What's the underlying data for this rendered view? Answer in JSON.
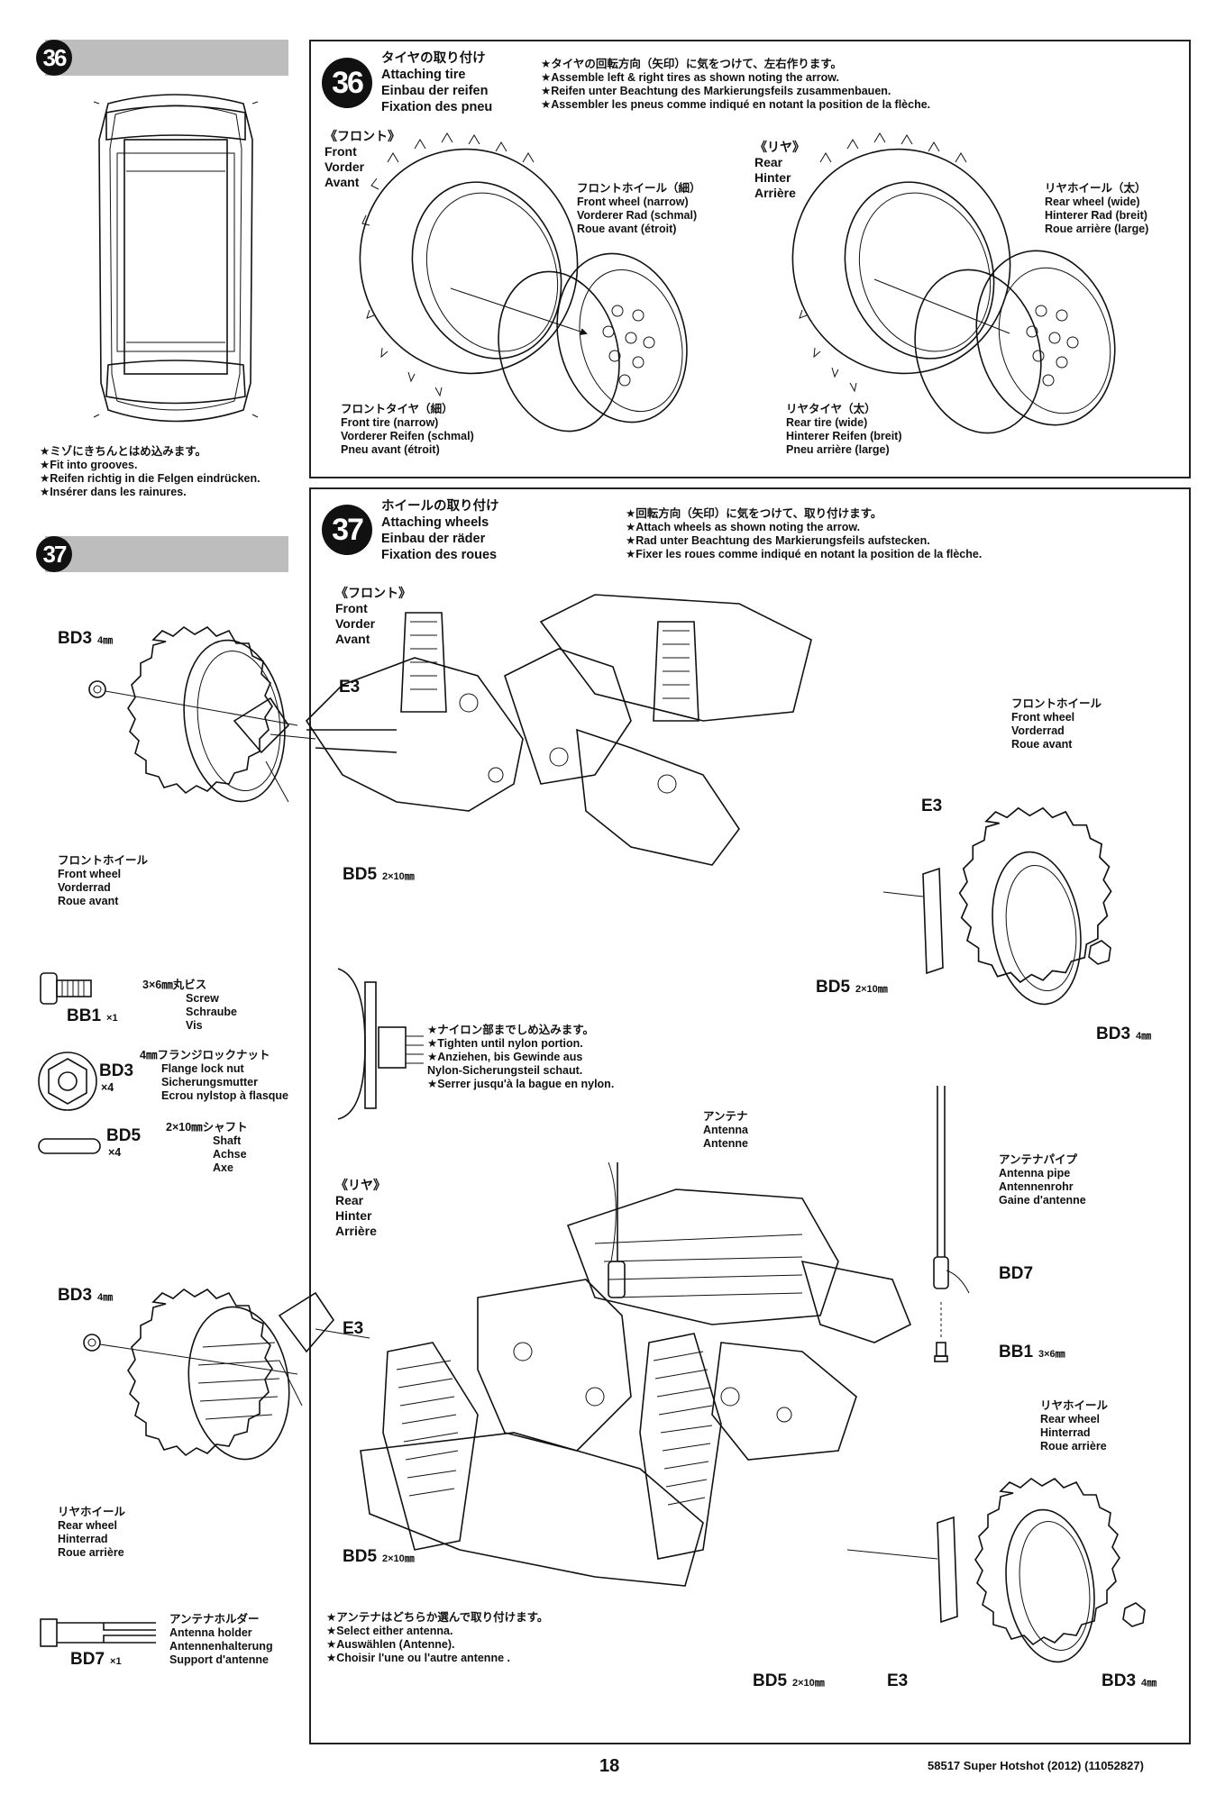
{
  "step36": {
    "number": "36",
    "left_notes": [
      "★ミゾにきちんとはめ込みます。",
      "★Fit into grooves.",
      "★Reifen richtig in die Felgen eindrücken.",
      "★Insérer dans les rainures."
    ],
    "title": [
      "タイヤの取り付け",
      "Attaching tire",
      "Einbau der reifen",
      "Fixation des pneu"
    ],
    "notes": [
      "★タイヤの回転方向（矢印）に気をつけて、左右作ります。",
      "★Assemble left & right tires as shown noting the arrow.",
      "★Reifen unter Beachtung des Markierungsfeils zusammenbauen.",
      "★Assembler les pneus comme indiqué en notant la position de la flèche."
    ],
    "front_label": [
      "《フロント》",
      "Front",
      "Vorder",
      "Avant"
    ],
    "rear_label": [
      "《リヤ》",
      "Rear",
      "Hinter",
      "Arrière"
    ],
    "front_wheel": [
      "フロントホイール（細）",
      "Front wheel (narrow)",
      "Vorderer Rad (schmal)",
      "Roue avant (étroit)"
    ],
    "front_tire": [
      "フロントタイヤ（細）",
      "Front tire (narrow)",
      "Vorderer Reifen (schmal)",
      "Pneu avant (étroit)"
    ],
    "rear_wheel": [
      "リヤホイール（太）",
      "Rear wheel (wide)",
      "Hinterer Rad (breit)",
      "Roue arrière (large)"
    ],
    "rear_tire": [
      "リヤタイヤ（太）",
      "Rear tire (wide)",
      "Hinterer Reifen (breit)",
      "Pneu arrière (large)"
    ]
  },
  "step37": {
    "number": "37",
    "title": [
      "ホイールの取り付け",
      "Attaching wheels",
      "Einbau der räder",
      "Fixation des roues"
    ],
    "notes": [
      "★回転方向（矢印）に気をつけて、取り付けます。",
      "★Attach wheels as shown noting the arrow.",
      "★Rad unter Beachtung des Markierungsfeils aufstecken.",
      "★Fixer les roues comme indiqué en notant la position de la flèche."
    ],
    "front_label": [
      "《フロント》",
      "Front",
      "Vorder",
      "Avant"
    ],
    "rear_label": [
      "《リヤ》",
      "Rear",
      "Hinter",
      "Arrière"
    ],
    "front_wheel": [
      "フロントホイール",
      "Front wheel",
      "Vorderrad",
      "Roue avant"
    ],
    "rear_wheel": [
      "リヤホイール",
      "Rear wheel",
      "Hinterrad",
      "Roue arrière"
    ],
    "nylon_note": [
      "★ナイロン部までしめ込みます。",
      "★Tighten until nylon portion.",
      "★Anziehen, bis Gewinde aus",
      "Nylon-Sicherungsteil schaut.",
      "★Serrer jusqu'à la bague en nylon."
    ],
    "antenna": [
      "アンテナ",
      "Antenna",
      "Antenne"
    ],
    "antenna_pipe": [
      "アンテナパイプ",
      "Antenna pipe",
      "Antennenrohr",
      "Gaine d'antenne"
    ],
    "antenna_note": [
      "★アンテナはどちらか選んで取り付けます。",
      "★Select either antenna.",
      "★Auswählen (Antenne).",
      "★Choisir l'une ou l'autre antenne ."
    ],
    "callouts": {
      "bd3": "BD3",
      "bd3_size": "4㎜",
      "bd5": "BD5",
      "bd5_size": "2×10㎜",
      "e3": "E3",
      "bd7": "BD7",
      "bb1": "BB1",
      "bb1_size": "3×6㎜"
    }
  },
  "parts": [
    {
      "code": "BB1",
      "qty": "×1",
      "spec": "3×6㎜丸ビス",
      "names": [
        "Screw",
        "Schraube",
        "Vis"
      ]
    },
    {
      "code": "BD3",
      "qty": "×4",
      "spec": "4㎜フランジロックナット",
      "names": [
        "Flange lock nut",
        "Sicherungsmutter",
        "Ecrou nylstop à flasque"
      ]
    },
    {
      "code": "BD5",
      "qty": "×4",
      "spec": "2×10㎜シャフト",
      "names": [
        "Shaft",
        "Achse",
        "Axe"
      ]
    },
    {
      "code": "BD7",
      "qty": "×1",
      "spec": "アンテナホルダー",
      "names": [
        "Antenna holder",
        "Antennenhalterung",
        "Support d'antenne"
      ]
    }
  ],
  "footer": {
    "page": "18",
    "product": "58517 Super Hotshot (2012) (11052827)"
  }
}
